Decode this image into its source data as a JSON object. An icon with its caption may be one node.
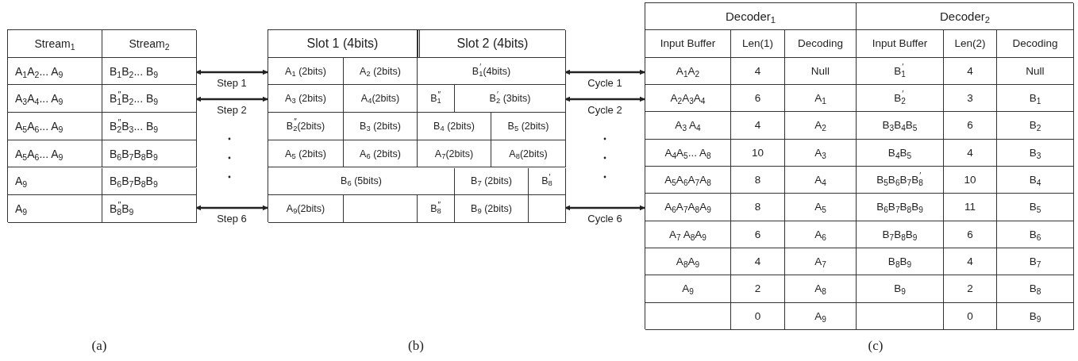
{
  "diagram": {
    "nodes": [
      {
        "text": [
          "Stream$_{1}$",
          "Stream$_{2}$",
          "A$_{1}$A$_{2}$... A$_{9}$",
          "B$_{1}$B$_{2}$... B$_{9}$",
          "A$_{3}$A$_{4}$... A$_{9}$",
          "B$^{″}$$_{1}$B$_{2}$... B$_{9}$",
          "A$_{5}$A$_{6}$... A$_{9}$",
          "B$^{″}$$_{2}$B$_{3}$... B$_{9}$",
          "A$_{5}$A$_{6}$... A$_{9}$",
          "B$_{6}$B$_{7}$B$_{8}$B$_{9}$",
          "A$_{9}$",
          "B$_{6}$B$_{7}$B$_{8}$B$_{9}$",
          "A$_{9}$",
          "B$^{″}$$_{8}$B$_{9}$"
        ]
      },
      {
        "text": [
          "Slot 1 (4bits)",
          "Slot 2 (4bits)",
          "A$_{1}$ (2bits)",
          "A$_{2}$ (2bits)",
          "B$^{′}$$_{1}$(4bits)",
          "A$_{3}$ (2bits)",
          "A$_{4}$(2bits)",
          "B$^{″}$$_{1}$",
          "B$^{′}$$_{2}$ (3bits)",
          "B$^{″}$$_{2}$(2bits)",
          "B$_{3}$ (2bits)",
          "B$_{4}$ (2bits)",
          "B$_{5}$ (2bits)",
          "A$_{5}$ (2bits)",
          "A$_{6}$ (2bits)",
          "A$_{7}$(2bits)",
          "A$_{8}$(2bits)",
          "B$_{6}$ (5bits)",
          "B$_{7}$ (2bits)",
          "B$^{′}$$_{8}$",
          "A$_{9}$(2bits)",
          "B$^{″}$$_{8}$",
          "B$_{9}$ (2bits)"
        ]
      },
      {
        "text": [
          "Decoder$_{1}$",
          "Decoder$_{2}$",
          "Input Buffer",
          "Len(1)",
          "Decoding",
          "Input Buffer",
          "Len(2)",
          "Decoding",
          "A$_{1}$A$_{2}$",
          "4",
          "Null",
          "B$^{′}$$_{1}$",
          "4",
          "Null",
          "A$_{2}$A$_{3}$A$_{4}$",
          "6",
          "A$_{1}$",
          "B$^{′}$$_{2}$",
          "3",
          "B$_{1}$",
          "A$_{3}$ A$_{4}$",
          "4",
          "A$_{2}$",
          "B$_{3}$B$_{4}$B$_{5}$",
          "6",
          "B$_{2}$",
          "A$_{4}$A$_{5}$... A$_{8}$",
          "10",
          "A$_{3}$",
          "B$_{4}$B$_{5}$",
          "4",
          "B$_{3}$",
          "A$_{5}$A$_{6}$A$_{7}$A$_{8}$",
          "8",
          "A$_{4}$",
          "B$_{5}$B$_{6}$B$_{7}$B$^{′}$$_{8}$",
          "10",
          "B$_{4}$",
          "A$_{6}$A$_{7}$A$_{8}$A$_{9}$",
          "8",
          "A$_{5}$",
          "B$_{6}$B$_{7}$B$_{8}$B$_{9}$",
          "11",
          "B$_{5}$",
          "A$_{7}$ A$_{8}$A$_{9}$",
          "6",
          "A$_{6}$",
          "B$_{7}$B$_{8}$B$_{9}$",
          "6",
          "B$_{6}$",
          "A$_{8}$A$_{9}$",
          "4",
          "A$_{7}$",
          "B$_{8}$B$_{9}$",
          "4",
          "B$_{7}$",
          "A$_{9}$",
          "2",
          "A$_{8}$",
          "B$_{9}$",
          "2",
          "B$_{8}$",
          "0",
          "A$_{9}$",
          "0",
          "B$_{9}$"
        ]
      }
    ],
    "labels": [
      "(a)",
      "(b)",
      "(c)"
    ],
    "edges": [
      {
        "from": 0,
        "to": 1,
        "arrow": "both",
        "label": "Step 1"
      },
      {
        "from": 0,
        "to": 1,
        "arrow": "both",
        "label": "Step 2"
      },
      {
        "from": 0,
        "to": 1,
        "arrow": "both",
        "label": "Step 6"
      },
      {
        "from": 1,
        "to": 2,
        "arrow": "both",
        "label": "Cycle 1"
      },
      {
        "from": 1,
        "to": 2,
        "arrow": "both",
        "label": "Cycle 2"
      },
      {
        "from": 1,
        "to": 2,
        "arrow": "both",
        "label": "Cycle 6"
      }
    ]
  }
}
